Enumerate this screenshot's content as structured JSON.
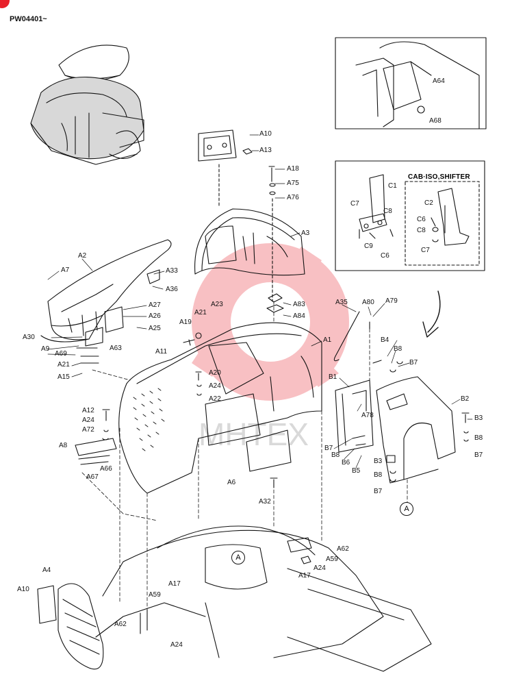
{
  "header": {
    "code": "PW04401~"
  },
  "watermark": {
    "text": "MHTEX",
    "color": "#e8202a"
  },
  "badge_color": "#e8202a",
  "inset_top": {
    "labels": [
      "A64",
      "A68"
    ]
  },
  "inset_mid": {
    "title": "CAB·ISO,SHIFTER",
    "labels": [
      "C1",
      "C7",
      "C8",
      "C9",
      "C6",
      "C2",
      "C6",
      "C8",
      "C7"
    ]
  },
  "marker": "A",
  "labels": {
    "a10_top": "A10",
    "a13": "A13",
    "a18": "A18",
    "a75": "A75",
    "a76": "A76",
    "a3": "A3",
    "a2": "A2",
    "a7": "A7",
    "a33": "A33",
    "a36": "A36",
    "a27": "A27",
    "a26": "A26",
    "a25": "A25",
    "a30": "A30",
    "a9": "A9",
    "a69": "A69",
    "a63": "A63",
    "a21_l": "A21",
    "a15": "A15",
    "a83": "A83",
    "a84": "A84",
    "a35": "A35",
    "a80": "A80",
    "a79": "A79",
    "a23": "A23",
    "a21_m": "A21",
    "a19": "A19",
    "a1": "A1",
    "a11": "A11",
    "a20": "A20",
    "a24_m": "A24",
    "a22": "A22",
    "b4": "B4",
    "b8_a": "B8",
    "b7_a": "B7",
    "b1": "B1",
    "a78": "A78",
    "b2": "B2",
    "b3_a": "B3",
    "b8_b": "B8",
    "b7_b": "B7",
    "b7_c": "B7",
    "b8_c": "B8",
    "b6": "B6",
    "b5": "B5",
    "b3_b": "B3",
    "b8_d": "B8",
    "b7_d": "B7",
    "a12": "A12",
    "a24_l": "A24",
    "a72": "A72",
    "a8": "A8",
    "a66": "A66",
    "a67": "A67",
    "a6": "A6",
    "a32": "A32",
    "a62_r": "A62",
    "a59_r": "A59",
    "a24_r": "A24",
    "a17_r": "A17",
    "a4": "A4",
    "a10_bl": "A10",
    "a17_b": "A17",
    "a59_b": "A59",
    "a62_b": "A62",
    "a24_b": "A24"
  }
}
